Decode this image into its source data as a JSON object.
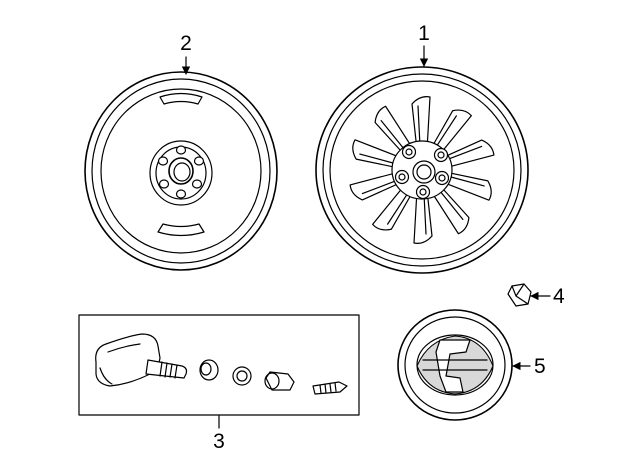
{
  "callouts": {
    "wheel": "1",
    "spare_wheel": "2",
    "tpms_sensor_kit": "3",
    "lug_nut": "4",
    "center_cap": "5"
  }
}
